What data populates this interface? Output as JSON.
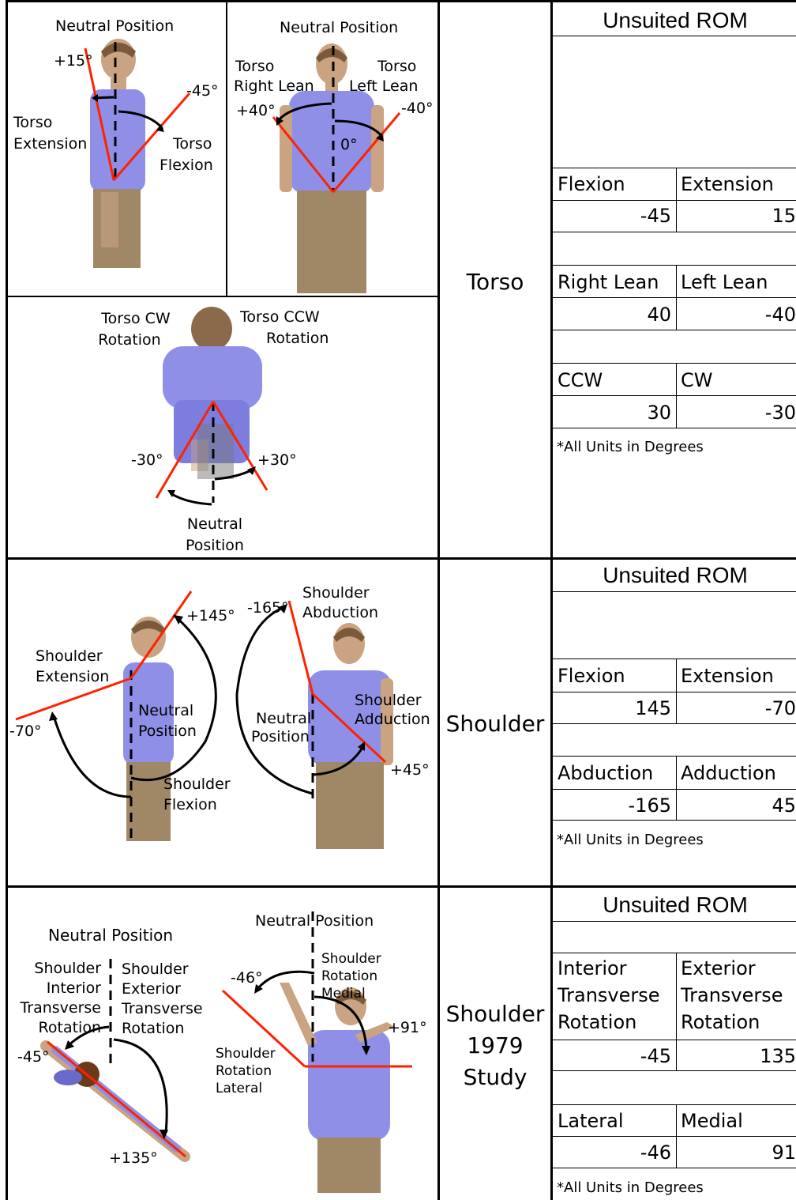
{
  "sections": {
    "torso": {
      "region_label": "Torso",
      "rom_title": "Unsuited ROM",
      "panel_side": {
        "neutral": "Neutral Position",
        "plus": "+15°",
        "minus": "-45°",
        "ext1": "Torso",
        "ext2": "Extension",
        "flex1": "Torso",
        "flex2": "Flexion"
      },
      "panel_front": {
        "neutral": "Neutral Position",
        "right1": "Torso",
        "right2": "Right Lean",
        "left1": "Torso",
        "left2": "Left Lean",
        "plus": "+40°",
        "minus": "-40°",
        "zero": "0°"
      },
      "panel_top": {
        "cw1": "Torso CW",
        "cw2": "Rotation",
        "ccw1": "Torso CCW",
        "ccw2": "Rotation",
        "minus": "-30°",
        "plus": "+30°",
        "neutral1": "Neutral",
        "neutral2": "Position"
      },
      "rows": [
        {
          "h1": "Flexion",
          "h2": "Extension",
          "v1": "-45",
          "v2": "15"
        },
        {
          "h1": "Right Lean",
          "h2": "Left Lean",
          "v1": "40",
          "v2": "-40"
        },
        {
          "h1": "CCW",
          "h2": "CW",
          "v1": "30",
          "v2": "-30"
        }
      ],
      "note": "*All Units in Degrees"
    },
    "shoulder": {
      "region_label": "Shoulder",
      "rom_title": "Unsuited ROM",
      "panel": {
        "p145": "+145°",
        "m165": "-165°",
        "abd1": "Shoulder",
        "abd2": "Abduction",
        "ext1": "Shoulder",
        "ext2": "Extension",
        "neutral_a1": "Neutral",
        "neutral_a2": "Position",
        "neutral_b1": "Neutral",
        "neutral_b2": "Position",
        "add1": "Shoulder",
        "add2": "Adduction",
        "m70": "-70°",
        "p45": "+45°",
        "flex1": "Shoulder",
        "flex2": "Flexion"
      },
      "rows": [
        {
          "h1": "Flexion",
          "h2": "Extension",
          "v1": "145",
          "v2": "-70"
        },
        {
          "h1": "Abduction",
          "h2": "Adduction",
          "v1": "-165",
          "v2": "45"
        }
      ],
      "note": "*All Units in Degrees"
    },
    "study": {
      "region_label_1": "Shoulder",
      "region_label_2": "1979",
      "region_label_3": "Study",
      "rom_title": "Unsuited ROM",
      "panel": {
        "neutral_left": "Neutral Position",
        "int1": "Shoulder",
        "int2": "Interior",
        "int3": "Transverse",
        "int4": "Rotation",
        "ext1": "Shoulder",
        "ext2": "Exterior",
        "ext3": "Transverse",
        "ext4": "Rotation",
        "m45": "-45°",
        "p135": "+135°",
        "neutral_right": "Neutral Position",
        "med1": "Shoulder",
        "med2": "Rotation",
        "med3": "Medial",
        "m46": "-46°",
        "p91": "+91°",
        "lat1": "Shoulder",
        "lat2": "Rotation",
        "lat3": "Lateral"
      },
      "rows": [
        {
          "h1a": "Interior",
          "h1b": "Transverse",
          "h1c": "Rotation",
          "h2a": "Exterior",
          "h2b": "Transverse",
          "h2c": "Rotation",
          "v1": "-45",
          "v2": "135"
        },
        {
          "h1": "Lateral",
          "h2": "Medial",
          "v1": "-46",
          "v2": "91"
        }
      ],
      "note": "*All Units in Degrees"
    }
  },
  "colors": {
    "limit_line": "#ff2200",
    "shirt": "#8f8fe8",
    "skin": "#c9a382",
    "pants": "#a08866",
    "hair": "#7a5a3a"
  }
}
